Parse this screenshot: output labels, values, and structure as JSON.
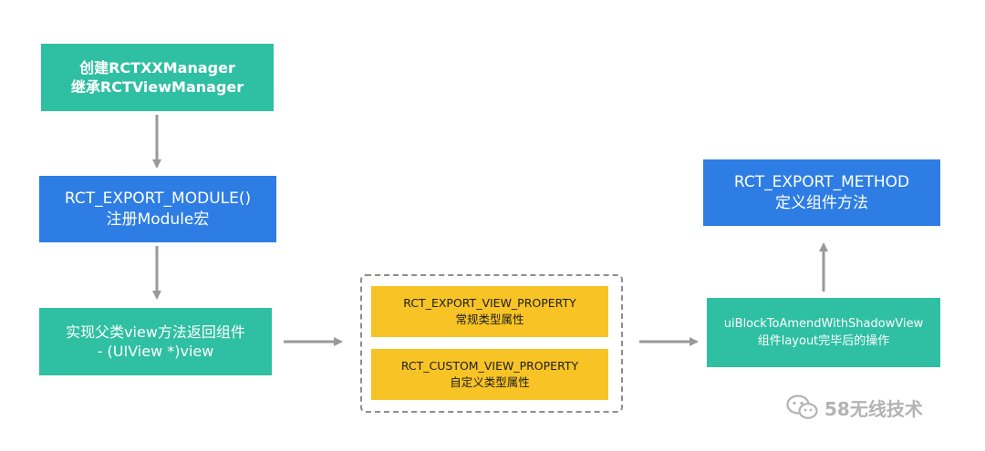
{
  "flow": {
    "manager_box": {
      "line1": "创建RCTXXManager",
      "line2": "继承RCTViewManager"
    },
    "module_box": {
      "line1": "RCT_EXPORT_MODULE()",
      "line2": "注册Module宏"
    },
    "view_box": {
      "line1": "实现父类view方法返回组件",
      "line2": "- (UIView *)view"
    },
    "export_view_property_box": {
      "line1": "RCT_EXPORT_VIEW_PROPERTY",
      "line2": "常规类型属性"
    },
    "custom_view_property_box": {
      "line1": "RCT_CUSTOM_VIEW_PROPERTY",
      "line2": "自定义类型属性"
    },
    "shadow_view_box": {
      "line1": "uiBlockToAmendWithShadowView",
      "line2": "组件layout完毕后的操作"
    },
    "export_method_box": {
      "line1": "RCT_EXPORT_METHOD",
      "line2": "定义组件方法"
    }
  },
  "watermark": {
    "text": "58无线技术",
    "icon": "wechat-icon"
  },
  "colors": {
    "teal": "#2fbfa2",
    "blue": "#2d7de4",
    "yellow": "#f7c325",
    "arrow": "#999999",
    "dashed_border": "#8e8e8e"
  }
}
